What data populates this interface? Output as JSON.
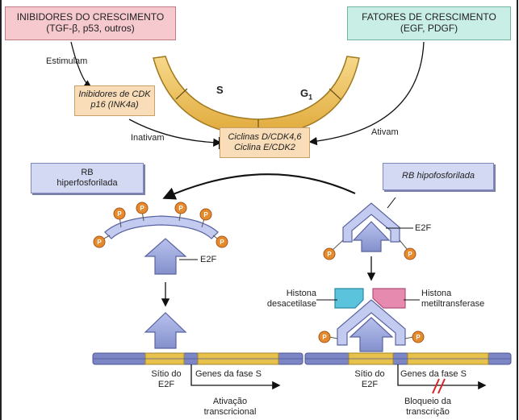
{
  "inhibitors_box": {
    "title": "INIBIDORES DO CRESCIMENTO",
    "subtitle": "(TGF-β, p53, outros)"
  },
  "growth_factors_box": {
    "title": "FATORES DE CRESCIMENTO",
    "subtitle": "(EGF, PDGF)"
  },
  "cell_cycle": {
    "phase_s": "S",
    "phase_g1": "G",
    "phase_g1_sub": "1"
  },
  "labels": {
    "stimulate": "Estimulam",
    "inactivate": "Inativam",
    "activate": "Ativam",
    "e2f_left": "E2F",
    "e2f_right": "E2F",
    "deacetylase": "Histona desacetilase",
    "methyltransferase": "Histona metiltransferase",
    "site_left": "Sítio do E2F",
    "genes_left": "Genes da fase S",
    "activation": "Ativação transcricional",
    "site_right": "Sítio do E2F",
    "genes_right": "Genes da fase S",
    "block": "Bloqueio da transcrição",
    "phosphate": "P"
  },
  "cdk_inhibitors_box": {
    "line1": "Inibidores de CDK",
    "line2": "p16 (INK4a)"
  },
  "cyclins_box": {
    "line1": "Ciclinas D/CDK4,6",
    "line2": "Ciclina E/CDK2"
  },
  "rb_hyper_box": {
    "line1": "RB",
    "line2": "hiperfosforilada"
  },
  "rb_hypo_box": {
    "text": "RB hipofosforilada"
  },
  "colors": {
    "arrow_blue": "#8f9bd6",
    "arrow_blue_dark": "#6b77b8",
    "phosphate": "#e68a2e",
    "dna_blue": "#7c86c4",
    "dna_gold": "#e6c24d",
    "deacetylase": "#5cc3dd",
    "methyltransferase": "#e68ab0",
    "ring": "#f0c866"
  }
}
